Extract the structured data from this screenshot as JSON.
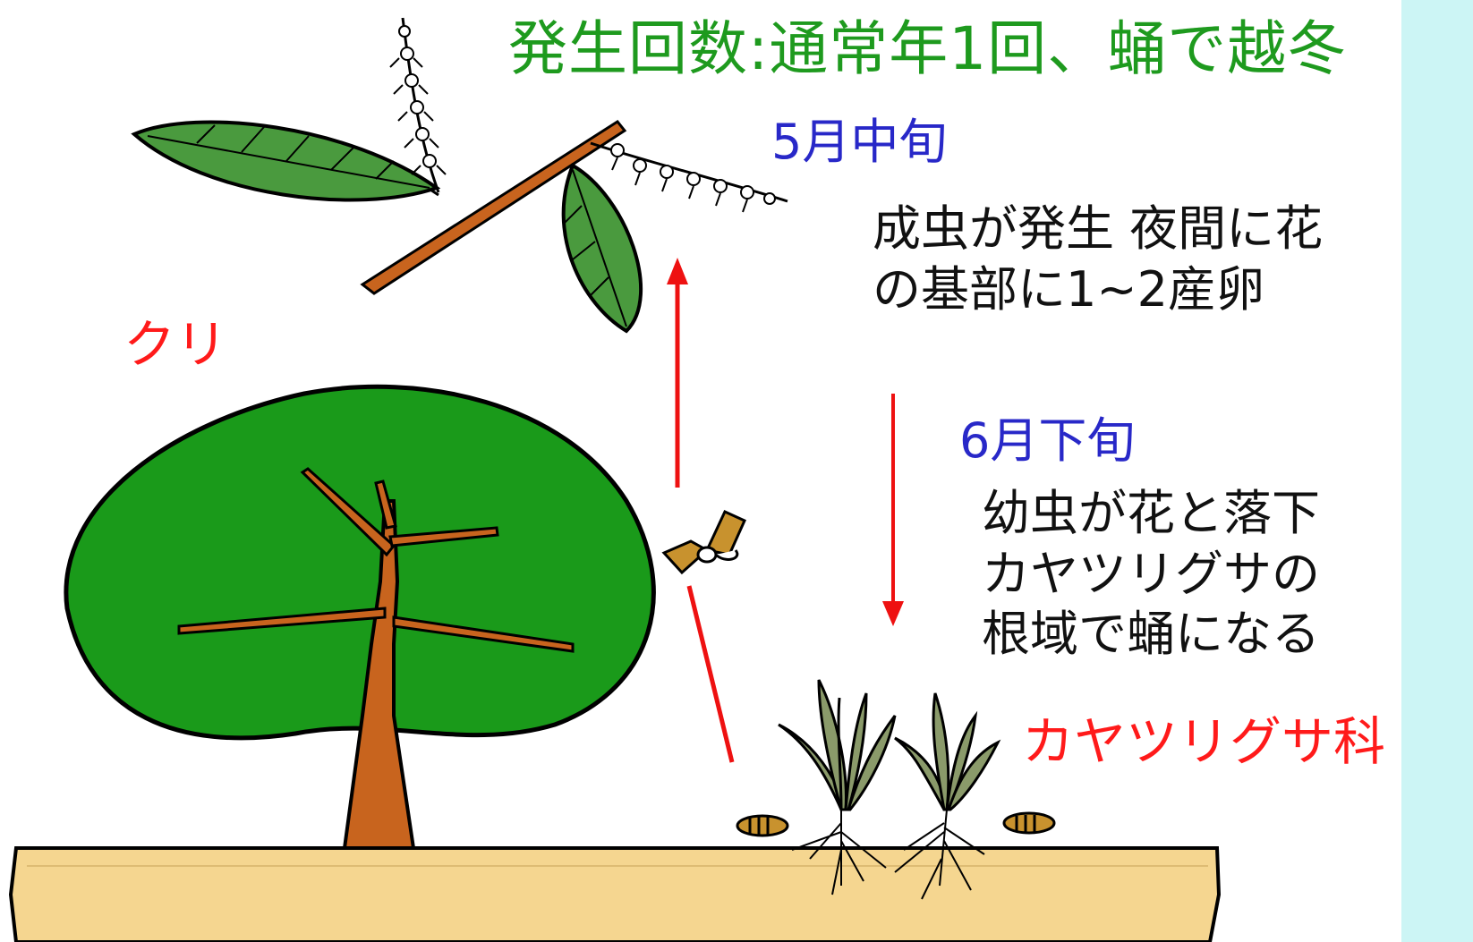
{
  "title": "発生回数:通常年1回、蛹で越冬",
  "stages": [
    {
      "time": "5月中旬",
      "lines": [
        "成虫が発生 夜間に花",
        "の基部に1~2産卵"
      ]
    },
    {
      "time": "6月下旬",
      "lines": [
        "幼虫が花と落下",
        "カヤツリグサの",
        "根域で蛹になる"
      ]
    }
  ],
  "labels": {
    "chestnut": "クリ",
    "sedge": "カヤツリグサ科"
  },
  "colors": {
    "title": "#1e9a1e",
    "stage_time": "#2828c8",
    "plant_label": "#ff1a1a",
    "arrow": "#ee1111",
    "tree_crown": "#1a9a1a",
    "trunk": "#c8641e",
    "leaf": "#4a9a3e",
    "ground": "#f5d690",
    "grass": "#8a9a6a",
    "side_band": "#ccf5f5"
  }
}
